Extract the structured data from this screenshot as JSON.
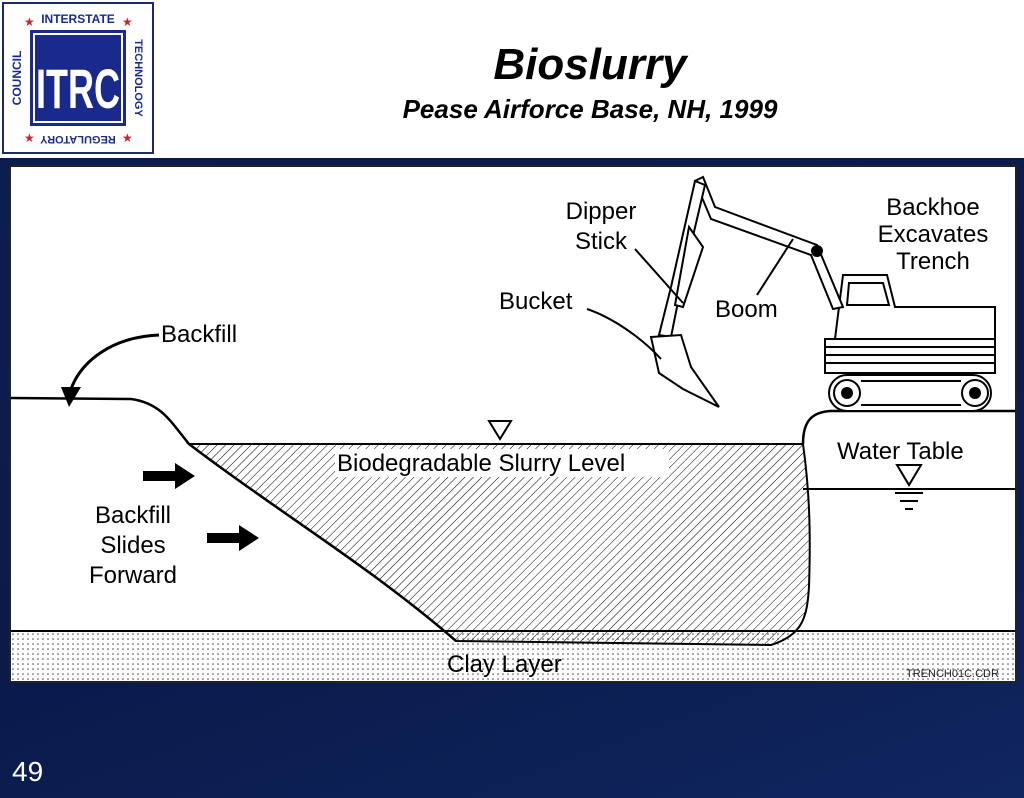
{
  "header": {
    "title": "Bioslurry",
    "subtitle": "Pease Airforce Base, NH, 1999"
  },
  "logo": {
    "text": "ITRC",
    "ring_top": "INTERSTATE",
    "ring_left": "COUNCIL",
    "ring_right": "TECHNOLOGY",
    "ring_bottom": "REGULATORY"
  },
  "diagram": {
    "labels": {
      "backfill": "Backfill",
      "backfill_slides_1": "Backfill",
      "backfill_slides_2": "Slides",
      "backfill_slides_3": "Forward",
      "dipper_1": "Dipper",
      "dipper_2": "Stick",
      "bucket": "Bucket",
      "boom": "Boom",
      "backhoe_1": "Backhoe",
      "backhoe_2": "Excavates",
      "backhoe_3": "Trench",
      "water_table": "Water Table",
      "slurry_level": "Biodegradable Slurry Level",
      "clay_layer": "Clay Layer",
      "file_tag": "TRENCH01C.CDR"
    }
  },
  "footer": {
    "page_number": "49"
  },
  "colors": {
    "background": "#0a1a4a",
    "logo_blue": "#1a2a8c",
    "logo_red": "#c0282a"
  }
}
